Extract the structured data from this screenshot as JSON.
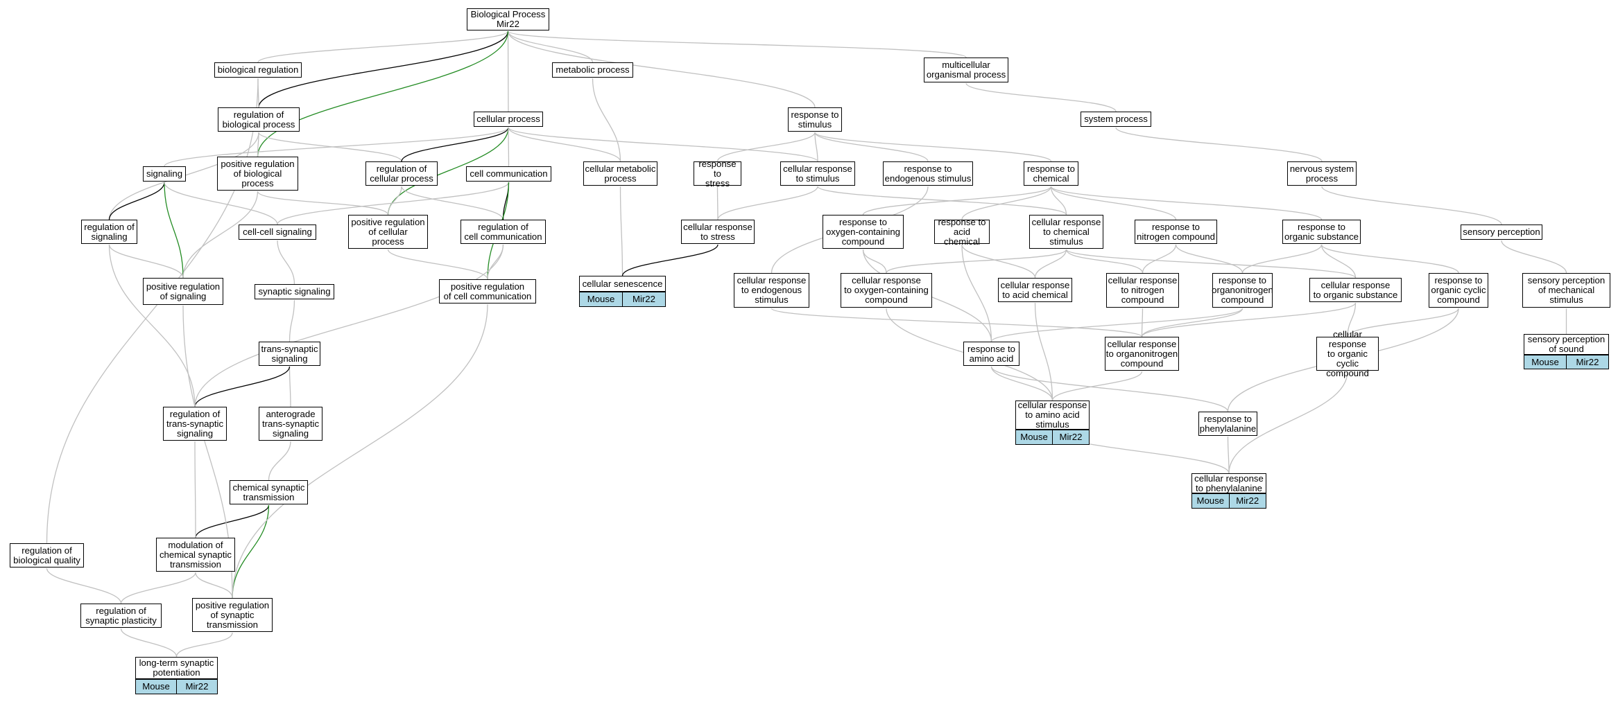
{
  "diagram": {
    "nodes": [
      {
        "id": "bp",
        "label": "Biological Process\nMir22"
      },
      {
        "id": "breg",
        "label": "biological regulation"
      },
      {
        "id": "metab",
        "label": "metabolic process"
      },
      {
        "id": "multi",
        "label": "multicellular\norganismal process"
      },
      {
        "id": "rbp",
        "label": "regulation of\nbiological process"
      },
      {
        "id": "cellp",
        "label": "cellular process"
      },
      {
        "id": "rstim",
        "label": "response to\nstimulus"
      },
      {
        "id": "sysp",
        "label": "system process"
      },
      {
        "id": "sig",
        "label": "signaling"
      },
      {
        "id": "prbp",
        "label": "positive regulation\nof biological\nprocess"
      },
      {
        "id": "rcp",
        "label": "regulation of\ncellular process"
      },
      {
        "id": "ccomm",
        "label": "cell communication"
      },
      {
        "id": "cmp",
        "label": "cellular metabolic\nprocess"
      },
      {
        "id": "rstress",
        "label": "response to\nstress"
      },
      {
        "id": "crstim",
        "label": "cellular response\nto stimulus"
      },
      {
        "id": "rendo",
        "label": "response to\nendogenous stimulus"
      },
      {
        "id": "rchem",
        "label": "response to\nchemical"
      },
      {
        "id": "nsp",
        "label": "nervous system\nprocess"
      },
      {
        "id": "rsig",
        "label": "regulation of\nsignaling"
      },
      {
        "id": "ccsig",
        "label": "cell-cell signaling"
      },
      {
        "id": "prcp",
        "label": "positive regulation\nof cellular\nprocess"
      },
      {
        "id": "rcc",
        "label": "regulation of\ncell communication"
      },
      {
        "id": "crstress",
        "label": "cellular response\nto stress"
      },
      {
        "id": "rocc",
        "label": "response to\noxygen-containing\ncompound"
      },
      {
        "id": "racid",
        "label": "response to\nacid chemical"
      },
      {
        "id": "crchem",
        "label": "cellular response\nto chemical\nstimulus"
      },
      {
        "id": "rnit",
        "label": "response to\nnitrogen compound"
      },
      {
        "id": "rorg",
        "label": "response to\norganic substance"
      },
      {
        "id": "sperc",
        "label": "sensory perception"
      },
      {
        "id": "prsig",
        "label": "positive regulation\nof signaling"
      },
      {
        "id": "synsig",
        "label": "synaptic signaling"
      },
      {
        "id": "prcc",
        "label": "positive regulation\nof cell communication"
      },
      {
        "id": "csen",
        "label": "cellular senescence"
      },
      {
        "id": "crendo",
        "label": "cellular response\nto endogenous\nstimulus"
      },
      {
        "id": "crocc",
        "label": "cellular response\nto oxygen-containing\ncompound"
      },
      {
        "id": "cracid",
        "label": "cellular response\nto acid chemical"
      },
      {
        "id": "crnit",
        "label": "cellular response\nto nitrogen\ncompound"
      },
      {
        "id": "rorgnit",
        "label": "response to\norganonitrogen\ncompound"
      },
      {
        "id": "crorg",
        "label": "cellular response\nto organic substance"
      },
      {
        "id": "rcyc",
        "label": "response to\norganic cyclic\ncompound"
      },
      {
        "id": "spmech",
        "label": "sensory perception\nof mechanical\nstimulus"
      },
      {
        "id": "tsyn",
        "label": "trans-synaptic\nsignaling"
      },
      {
        "id": "raa",
        "label": "response to\namino acid"
      },
      {
        "id": "crorgnit",
        "label": "cellular response\nto organonitrogen\ncompound"
      },
      {
        "id": "crcyc",
        "label": "cellular response\nto organic cyclic\ncompound"
      },
      {
        "id": "spsound",
        "label": "sensory perception\nof sound"
      },
      {
        "id": "rtsyn",
        "label": "regulation of\ntrans-synaptic\nsignaling"
      },
      {
        "id": "atsyn",
        "label": "anterograde\ntrans-synaptic\nsignaling"
      },
      {
        "id": "craa",
        "label": "cellular response\nto amino acid\nstimulus"
      },
      {
        "id": "rphe",
        "label": "response to\nphenylalanine"
      },
      {
        "id": "chemsyn",
        "label": "chemical synaptic\ntransmission"
      },
      {
        "id": "crphe",
        "label": "cellular response\nto phenylalanine"
      },
      {
        "id": "rbq",
        "label": "regulation of\nbiological quality"
      },
      {
        "id": "mcst",
        "label": "modulation of\nchemical synaptic\ntransmission"
      },
      {
        "id": "rsp",
        "label": "regulation of\nsynaptic plasticity"
      },
      {
        "id": "prst",
        "label": "positive regulation\nof synaptic\ntransmission"
      },
      {
        "id": "ltp",
        "label": "long-term synaptic\npotentiation"
      }
    ],
    "tags": [
      {
        "node": "csen",
        "cells": [
          "Mouse",
          "Mir22"
        ]
      },
      {
        "node": "spsound",
        "cells": [
          "Mouse",
          "Mir22"
        ]
      },
      {
        "node": "craa",
        "cells": [
          "Mouse",
          "Mir22"
        ]
      },
      {
        "node": "crphe",
        "cells": [
          "Mouse",
          "Mir22"
        ]
      },
      {
        "node": "ltp",
        "cells": [
          "Mouse",
          "Mir22"
        ]
      }
    ],
    "edges": [
      {
        "from": "breg",
        "to": "bp",
        "kind": "is_a"
      },
      {
        "from": "metab",
        "to": "bp",
        "kind": "is_a"
      },
      {
        "from": "multi",
        "to": "bp",
        "kind": "is_a"
      },
      {
        "from": "cellp",
        "to": "bp",
        "kind": "is_a"
      },
      {
        "from": "rstim",
        "to": "bp",
        "kind": "is_a"
      },
      {
        "from": "rbp",
        "to": "bp",
        "kind": "regulates"
      },
      {
        "from": "prbp",
        "to": "bp",
        "kind": "positively_regulates"
      },
      {
        "from": "rbp",
        "to": "breg",
        "kind": "is_a"
      },
      {
        "from": "rbq",
        "to": "breg",
        "kind": "is_a"
      },
      {
        "from": "prbp",
        "to": "rbp",
        "kind": "is_a"
      },
      {
        "from": "rcp",
        "to": "rbp",
        "kind": "is_a"
      },
      {
        "from": "rsig",
        "to": "rbp",
        "kind": "is_a"
      },
      {
        "from": "sig",
        "to": "cellp",
        "kind": "is_a"
      },
      {
        "from": "rcp",
        "to": "cellp",
        "kind": "regulates"
      },
      {
        "from": "prcp",
        "to": "cellp",
        "kind": "positively_regulates"
      },
      {
        "from": "ccomm",
        "to": "cellp",
        "kind": "is_a"
      },
      {
        "from": "cmp",
        "to": "cellp",
        "kind": "is_a"
      },
      {
        "from": "crstim",
        "to": "cellp",
        "kind": "is_a"
      },
      {
        "from": "cmp",
        "to": "metab",
        "kind": "is_a"
      },
      {
        "from": "sysp",
        "to": "multi",
        "kind": "is_a"
      },
      {
        "from": "rstress",
        "to": "rstim",
        "kind": "is_a"
      },
      {
        "from": "crstim",
        "to": "rstim",
        "kind": "is_a"
      },
      {
        "from": "rendo",
        "to": "rstim",
        "kind": "is_a"
      },
      {
        "from": "rchem",
        "to": "rstim",
        "kind": "is_a"
      },
      {
        "from": "nsp",
        "to": "sysp",
        "kind": "is_a"
      },
      {
        "from": "sperc",
        "to": "nsp",
        "kind": "is_a"
      },
      {
        "from": "spmech",
        "to": "sperc",
        "kind": "is_a"
      },
      {
        "from": "spsound",
        "to": "spmech",
        "kind": "is_a"
      },
      {
        "from": "rsig",
        "to": "sig",
        "kind": "regulates"
      },
      {
        "from": "prsig",
        "to": "sig",
        "kind": "positively_regulates"
      },
      {
        "from": "ccsig",
        "to": "sig",
        "kind": "is_a"
      },
      {
        "from": "prcp",
        "to": "prbp",
        "kind": "is_a"
      },
      {
        "from": "prsig",
        "to": "prbp",
        "kind": "is_a"
      },
      {
        "from": "prcp",
        "to": "rcp",
        "kind": "is_a"
      },
      {
        "from": "rcc",
        "to": "rcp",
        "kind": "is_a"
      },
      {
        "from": "ccsig",
        "to": "ccomm",
        "kind": "is_a"
      },
      {
        "from": "rcc",
        "to": "ccomm",
        "kind": "regulates"
      },
      {
        "from": "prcc",
        "to": "ccomm",
        "kind": "positively_regulates"
      },
      {
        "from": "prcc",
        "to": "rcc",
        "kind": "is_a"
      },
      {
        "from": "prcc",
        "to": "prcp",
        "kind": "is_a"
      },
      {
        "from": "prsig",
        "to": "rsig",
        "kind": "is_a"
      },
      {
        "from": "synsig",
        "to": "ccsig",
        "kind": "is_a"
      },
      {
        "from": "tsyn",
        "to": "synsig",
        "kind": "is_a"
      },
      {
        "from": "atsyn",
        "to": "tsyn",
        "kind": "is_a"
      },
      {
        "from": "rtsyn",
        "to": "tsyn",
        "kind": "regulates"
      },
      {
        "from": "rtsyn",
        "to": "rsig",
        "kind": "is_a"
      },
      {
        "from": "rtsyn",
        "to": "rcc",
        "kind": "is_a"
      },
      {
        "from": "chemsyn",
        "to": "atsyn",
        "kind": "is_a"
      },
      {
        "from": "mcst",
        "to": "chemsyn",
        "kind": "regulates"
      },
      {
        "from": "prst",
        "to": "chemsyn",
        "kind": "positively_regulates"
      },
      {
        "from": "mcst",
        "to": "rtsyn",
        "kind": "is_a"
      },
      {
        "from": "prst",
        "to": "mcst",
        "kind": "is_a"
      },
      {
        "from": "prst",
        "to": "prsig",
        "kind": "is_a"
      },
      {
        "from": "prst",
        "to": "prcc",
        "kind": "is_a"
      },
      {
        "from": "rsp",
        "to": "mcst",
        "kind": "is_a"
      },
      {
        "from": "rsp",
        "to": "rbq",
        "kind": "is_a"
      },
      {
        "from": "ltp",
        "to": "rsp",
        "kind": "is_a"
      },
      {
        "from": "ltp",
        "to": "prst",
        "kind": "is_a"
      },
      {
        "from": "csen",
        "to": "cmp",
        "kind": "is_a"
      },
      {
        "from": "csen",
        "to": "crstress",
        "kind": "regulates"
      },
      {
        "from": "crstress",
        "to": "rstress",
        "kind": "is_a"
      },
      {
        "from": "crstress",
        "to": "crstim",
        "kind": "is_a"
      },
      {
        "from": "crchem",
        "to": "crstim",
        "kind": "is_a"
      },
      {
        "from": "crendo",
        "to": "rendo",
        "kind": "is_a"
      },
      {
        "from": "rocc",
        "to": "rchem",
        "kind": "is_a"
      },
      {
        "from": "racid",
        "to": "rchem",
        "kind": "is_a"
      },
      {
        "from": "crchem",
        "to": "rchem",
        "kind": "is_a"
      },
      {
        "from": "rnit",
        "to": "rchem",
        "kind": "is_a"
      },
      {
        "from": "rorg",
        "to": "rchem",
        "kind": "is_a"
      },
      {
        "from": "crocc",
        "to": "rocc",
        "kind": "is_a"
      },
      {
        "from": "crocc",
        "to": "crchem",
        "kind": "is_a"
      },
      {
        "from": "cracid",
        "to": "racid",
        "kind": "is_a"
      },
      {
        "from": "cracid",
        "to": "crchem",
        "kind": "is_a"
      },
      {
        "from": "crnit",
        "to": "rnit",
        "kind": "is_a"
      },
      {
        "from": "crnit",
        "to": "crchem",
        "kind": "is_a"
      },
      {
        "from": "rorgnit",
        "to": "rnit",
        "kind": "is_a"
      },
      {
        "from": "rorgnit",
        "to": "rorg",
        "kind": "is_a"
      },
      {
        "from": "crorg",
        "to": "rorg",
        "kind": "is_a"
      },
      {
        "from": "crorg",
        "to": "crchem",
        "kind": "is_a"
      },
      {
        "from": "rcyc",
        "to": "rorg",
        "kind": "is_a"
      },
      {
        "from": "raa",
        "to": "racid",
        "kind": "is_a"
      },
      {
        "from": "raa",
        "to": "rorgnit",
        "kind": "is_a"
      },
      {
        "from": "raa",
        "to": "rocc",
        "kind": "is_a"
      },
      {
        "from": "crorgnit",
        "to": "crnit",
        "kind": "is_a"
      },
      {
        "from": "crorgnit",
        "to": "rorgnit",
        "kind": "is_a"
      },
      {
        "from": "crorgnit",
        "to": "crendo",
        "kind": "is_a"
      },
      {
        "from": "crorgnit",
        "to": "crorg",
        "kind": "is_a"
      },
      {
        "from": "crcyc",
        "to": "crorg",
        "kind": "is_a"
      },
      {
        "from": "crcyc",
        "to": "rcyc",
        "kind": "is_a"
      },
      {
        "from": "craa",
        "to": "raa",
        "kind": "is_a"
      },
      {
        "from": "craa",
        "to": "cracid",
        "kind": "is_a"
      },
      {
        "from": "craa",
        "to": "crorgnit",
        "kind": "is_a"
      },
      {
        "from": "craa",
        "to": "crocc",
        "kind": "is_a"
      },
      {
        "from": "rphe",
        "to": "raa",
        "kind": "is_a"
      },
      {
        "from": "rphe",
        "to": "rcyc",
        "kind": "is_a"
      },
      {
        "from": "crphe",
        "to": "rphe",
        "kind": "is_a"
      },
      {
        "from": "crphe",
        "to": "craa",
        "kind": "is_a"
      },
      {
        "from": "crphe",
        "to": "crcyc",
        "kind": "is_a"
      }
    ]
  },
  "colors": {
    "is_a": "#c0c0c0",
    "regulates": "#000000",
    "positively_regulates": "#228b22",
    "causal": "#0000ff",
    "tag_fill": "#add8e6",
    "node_border": "#000000"
  }
}
